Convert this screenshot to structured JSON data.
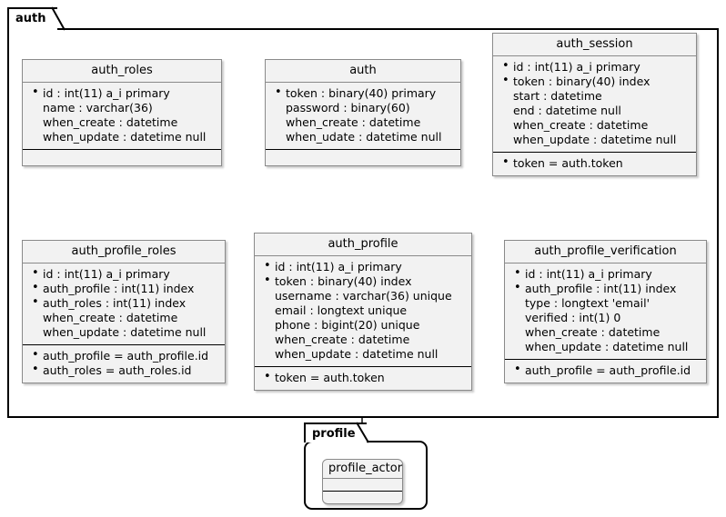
{
  "diagram": {
    "type": "er-diagram",
    "packages": [
      {
        "name": "auth",
        "label": "auth"
      },
      {
        "name": "profile",
        "label": "profile"
      }
    ]
  },
  "entities": {
    "auth_roles": {
      "title": "auth_roles",
      "attributes": [
        {
          "text": "id : int(11) a_i primary",
          "key": true
        },
        {
          "text": "name : varchar(36)",
          "key": false
        },
        {
          "text": "when_create : datetime",
          "key": false
        },
        {
          "text": "when_update : datetime null",
          "key": false
        }
      ],
      "relations": []
    },
    "auth": {
      "title": "auth",
      "attributes": [
        {
          "text": "token : binary(40) primary",
          "key": true
        },
        {
          "text": "password : binary(60)",
          "key": false
        },
        {
          "text": "when_create : datetime",
          "key": false
        },
        {
          "text": "when_udate : datetime null",
          "key": false
        }
      ],
      "relations": []
    },
    "auth_session": {
      "title": "auth_session",
      "attributes": [
        {
          "text": "id : int(11) a_i primary",
          "key": true
        },
        {
          "text": "token : binary(40) index",
          "key": true
        },
        {
          "text": "start : datetime",
          "key": false
        },
        {
          "text": "end : datetime null",
          "key": false
        },
        {
          "text": "when_create : datetime",
          "key": false
        },
        {
          "text": "when_update : datetime null",
          "key": false
        }
      ],
      "relations": [
        {
          "text": "token = auth.token",
          "key": true
        }
      ]
    },
    "auth_profile_roles": {
      "title": "auth_profile_roles",
      "attributes": [
        {
          "text": "id : int(11) a_i primary",
          "key": true
        },
        {
          "text": "auth_profile : int(11) index",
          "key": true
        },
        {
          "text": "auth_roles : int(11) index",
          "key": true
        },
        {
          "text": "when_create : datetime",
          "key": false
        },
        {
          "text": "when_update : datetime null",
          "key": false
        }
      ],
      "relations": [
        {
          "text": "auth_profile = auth_profile.id",
          "key": true
        },
        {
          "text": "auth_roles = auth_roles.id",
          "key": true
        }
      ]
    },
    "auth_profile": {
      "title": "auth_profile",
      "attributes": [
        {
          "text": "id : int(11) a_i primary",
          "key": true
        },
        {
          "text": "token : binary(40) index",
          "key": true
        },
        {
          "text": "username : varchar(36) unique",
          "key": false
        },
        {
          "text": "email : longtext unique",
          "key": false
        },
        {
          "text": "phone : bigint(20) unique",
          "key": false
        },
        {
          "text": "when_create : datetime",
          "key": false
        },
        {
          "text": "when_update : datetime null",
          "key": false
        }
      ],
      "relations": [
        {
          "text": "token = auth.token",
          "key": true
        }
      ]
    },
    "auth_profile_verification": {
      "title": "auth_profile_verification",
      "attributes": [
        {
          "text": "id : int(11) a_i primary",
          "key": true
        },
        {
          "text": "auth_profile : int(11) index",
          "key": true
        },
        {
          "text": "type : longtext 'email'",
          "key": false
        },
        {
          "text": "verified : int(1) 0",
          "key": false
        },
        {
          "text": "when_create : datetime",
          "key": false
        },
        {
          "text": "when_update : datetime null",
          "key": false
        }
      ],
      "relations": [
        {
          "text": "auth_profile = auth_profile.id",
          "key": true
        }
      ]
    },
    "profile_actor": {
      "title": "profile_actor",
      "attributes": [],
      "relations": []
    }
  },
  "relationships": [
    {
      "from": "auth",
      "to": "auth_session",
      "from_card": "one",
      "to_card": "zero-or-one"
    },
    {
      "from": "auth_roles",
      "to": "auth_profile_roles",
      "from_card": "one",
      "to_card": "zero-or-many"
    },
    {
      "from": "auth",
      "to": "auth_profile",
      "from_card": "one",
      "to_card": "one"
    },
    {
      "from": "auth_profile_roles",
      "to": "auth_profile",
      "from_card": "zero-or-many",
      "to_card": "one"
    },
    {
      "from": "auth_profile",
      "to": "auth_profile_verification",
      "from_card": "one",
      "to_card": "many"
    },
    {
      "from": "auth_profile",
      "to": "profile_actor",
      "from_card": "one",
      "to_card": "zero-or-one"
    }
  ],
  "colors": {
    "entity_fill": "#f2f2f2",
    "entity_border": "#8a8a8a",
    "package_border": "#000000",
    "background": "#ffffff",
    "text": "#000000"
  }
}
